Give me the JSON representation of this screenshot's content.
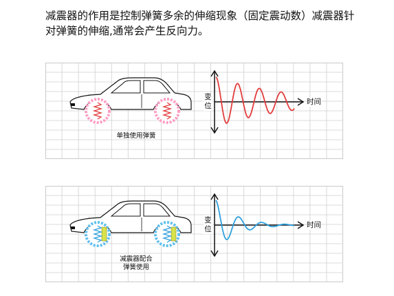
{
  "intro_text": "减震器的作用是控制弹簧多余的伸缩现象（固定震动数）减震器针对弹簧的伸缩,通常会产生反向力。",
  "panels": [
    {
      "caption": "单独使用弹簧",
      "y_axis_label": "变位",
      "x_axis_label": "时间",
      "curve_color": "#e23b3b",
      "spring_color": "#e23b3b",
      "has_damper": false,
      "decay": 0.11,
      "amplitude": 0.82,
      "cycles": 3.6
    },
    {
      "caption": "减震器配合\n弹簧使用",
      "y_axis_label": "变位",
      "x_axis_label": "时间",
      "curve_color": "#2ea0dc",
      "spring_color": "#2ea0dc",
      "damper_color": "#d8e24a",
      "has_damper": true,
      "decay": 0.38,
      "amplitude": 0.82,
      "cycles": 3.4
    }
  ]
}
